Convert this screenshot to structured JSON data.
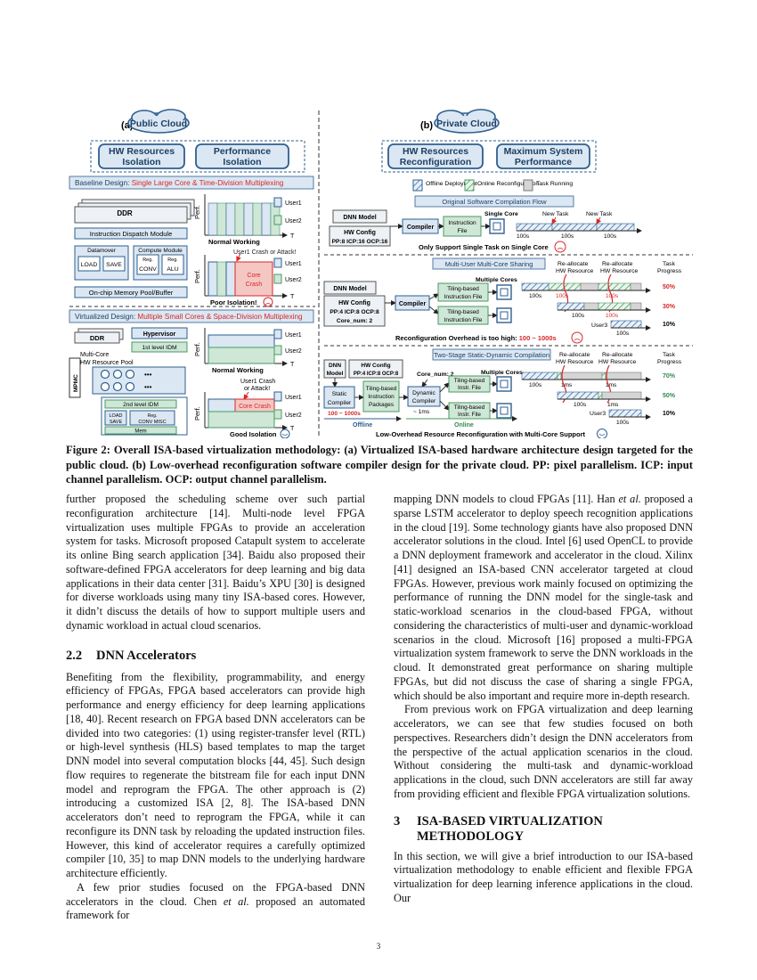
{
  "figure": {
    "panel_a": {
      "label": "(a)",
      "cloud": "Public Cloud",
      "goal1_line1": "HW Resources",
      "goal1_line2": "Isolation",
      "goal2_line1": "Performance",
      "goal2_line2": "Isolation",
      "baseline_prefix": "Baseline Design: ",
      "baseline_red": "Single Large Core & Time-Division Multiplexing",
      "ddr": "DDR",
      "idm": "Instruction Dispatch Module",
      "datamover": "Datamover",
      "compute": "Compute Module",
      "load": "LOAD",
      "save": "SAVE",
      "conv": "CONV",
      "alu": "ALU",
      "reg": "Reg.",
      "mempool": "On-chip Memory Pool/Buffer",
      "perf": "Perf.",
      "t": "T",
      "user1": "User1",
      "user2": "User2",
      "normal": "Normal Working",
      "crash_label": "User1 Crash or Attack!",
      "core_crash_1": "Core",
      "core_crash_2": "Crash",
      "poor": "Poor Isolation!",
      "virt_prefix": "Virtualized Design: ",
      "virt_red": "Multiple Small Cores & Space-Division Multiplexing",
      "hypervisor": "Hypervisor",
      "first_idm": "1st level IDM",
      "multicore": "Multi-Core",
      "hwpool": "HW Resource Pool",
      "mpmc": "MPMC",
      "second_idm": "2nd level IDM",
      "misc": "CONV MISC",
      "mem": "Mem",
      "crash2_1": "User1 Crash",
      "crash2_2": "or Attack!",
      "core_crash_single": "Core Crash",
      "good": "Good Isolation"
    },
    "panel_b": {
      "label": "(b)",
      "cloud": "Private Cloud",
      "goal1_line1": "HW Resources",
      "goal1_line2": "Reconfiguration",
      "goal2_line1": "Maximum System",
      "goal2_line2": "Performance",
      "legend_offline": "Offline Deployment",
      "legend_online": "Online Reconfiguration",
      "legend_task": "Task Running",
      "flow1_title": "Original Software Compilation Flow",
      "dnn_model": "DNN Model",
      "hw_config": "HW Config",
      "cfg1": "PP:8 ICP:16 OCP:16",
      "compiler": "Compiler",
      "instr_file_1": "Instruction",
      "instr_file_2": "File",
      "single_core": "Single Core",
      "new_task": "New Task",
      "sec100": "100s",
      "only_support": "Only Support Single Task on Single Core",
      "flow2_title": "Multi-User Multi-Core Sharing",
      "realloc_1": "Re-allocate",
      "realloc_2": "HW Resource",
      "task_progress_1": "Task",
      "task_progress_2": "Progress",
      "multiple_cores": "Multiple Cores",
      "cfg2_a": "PP:4 ICP:8 OCP:8",
      "cfg2_b": "Core_num: 2",
      "tiling_1": "Tiling-based",
      "tiling_2": "Instruction File",
      "user3": "User3",
      "p50": "50%",
      "p30": "30%",
      "p10": "10%",
      "p70": "70%",
      "overhead_prefix": "Reconfiguration Overhead is too high: ",
      "overhead_red": "100 ~ 1000s",
      "flow3_title": "Two-Stage Static-Dynamic Compilation",
      "dnn_short": "DNN",
      "model_short": "Model",
      "cfg3": "PP:4 ICP:8 OCP:8",
      "core_num2": "Core_num: 2",
      "static_1": "Static",
      "static_2": "Compiler",
      "static_time": "100 ~ 1000s",
      "pkg_1": "Tiling-based",
      "pkg_2": "Instruction",
      "pkg_3": "Packages",
      "dyn_1": "Dynamic",
      "dyn_2": "Compiler",
      "dyn_time": "~ 1ms",
      "tiling_instr_1": "Tiling-based",
      "tiling_instr_2": "Instr. File",
      "ms1": "1ms",
      "offline": "Offline",
      "online": "Online",
      "low_overhead": "Low-Overhead Resource Reconfiguration with Multi-Core Support"
    }
  },
  "caption": "Figure 2: Overall ISA-based virtualization methodology: (a) Virtualized ISA-based hardware architecture design targeted for the public cloud. (b) Low-overhead reconfiguration software compiler design for the private cloud. PP: pixel parallelism. ICP: input channel parallelism. OCP: output channel parallelism.",
  "left_column": {
    "p1": "further proposed the scheduling scheme over such partial reconfiguration architecture [14]. Multi-node level FPGA virtualization uses multiple FPGAs to provide an acceleration system for tasks. Microsoft proposed Catapult system to accelerate its online Bing search application [34]. Baidu also proposed their software-defined FPGA accelerators for deep learning and big data applications in their data center [31]. Baidu’s XPU [30] is designed for diverse workloads using many tiny ISA-based cores. However, it didn’t discuss the details of how to support multiple users and dynamic workload in actual cloud scenarios.",
    "section_num": "2.2",
    "section_title": "DNN Accelerators",
    "p2": "Benefiting from the flexibility, programmability, and energy efficiency of FPGAs, FPGA based accelerators can provide high performance and energy efficiency for deep learning applications [18, 40]. Recent research on FPGA based DNN accelerators can be divided into two categories: (1) using register-transfer level (RTL) or high-level synthesis (HLS) based templates to map the target DNN model into several computation blocks [44, 45]. Such design flow requires to regenerate the bitstream file for each input DNN model and reprogram the FPGA. The other approach is (2) introducing a customized ISA [2, 8]. The ISA-based DNN accelerators don’t need to reprogram the FPGA, while it can reconfigure its DNN task by reloading the updated instruction files. However, this kind of accelerator requires a carefully optimized compiler [10, 35] to map DNN models to the underlying hardware architecture efficiently.",
    "p3_a": "A few prior studies focused on the FPGA-based DNN accelerators in the cloud. Chen ",
    "p3_em": "et al.",
    "p3_b": " proposed an automated framework for"
  },
  "right_column": {
    "p1_a": "mapping DNN models to cloud FPGAs [11]. Han ",
    "p1_em": "et al.",
    "p1_b": " proposed a sparse LSTM accelerator to deploy speech recognition applications in the cloud [19]. Some technology giants have also proposed DNN accelerator solutions in the cloud. Intel [6] used OpenCL to provide a DNN deployment framework and accelerator in the cloud. Xilinx [41] designed an ISA-based CNN accelerator targeted at cloud FPGAs. However, previous work mainly focused on optimizing the performance of running the DNN model for the single-task and static-workload scenarios in the cloud-based FPGA, without considering the characteristics of multi-user and dynamic-workload scenarios in the cloud. Microsoft [16] proposed a multi-FPGA virtualization system framework to serve the DNN workloads in the cloud. It demonstrated great performance on sharing multiple FPGAs, but did not discuss the case of sharing a single FPGA, which should be also important and require more in-depth research.",
    "p2": "From previous work on FPGA virtualization and deep learning accelerators, we can see that few studies focused on both perspectives. Researchers didn’t design the DNN accelerators from the perspective of the actual application scenarios in the cloud. Without considering the multi-task and dynamic-workload applications in the cloud, such DNN accelerators are still far away from providing efficient and flexible FPGA virtualization solutions.",
    "section_num": "3",
    "section_title": "ISA-BASED VIRTUALIZATION METHODOLOGY",
    "p3": "In this section, we will give a brief introduction to our ISA-based virtualization methodology to enable efficient and flexible FPGA virtualization for deep learning inference applications in the cloud. Our"
  },
  "page_number": "3",
  "colors": {
    "box_fill": "#dbe7f3",
    "box_stroke": "#2f5f8f",
    "green": "#cfe7d6",
    "red": "#d62728",
    "crash": "#f4c7c3"
  }
}
